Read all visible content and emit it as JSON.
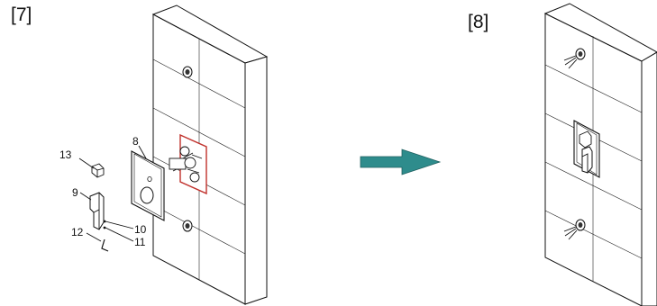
{
  "steps": [
    {
      "label": "[7]"
    },
    {
      "label": "[8]"
    }
  ],
  "callouts": {
    "c13": "13",
    "c8": "8",
    "c9": "9",
    "c10": "10",
    "c12": "12",
    "c11": "11"
  },
  "colors": {
    "arrow": "#2e8c8c",
    "valve_outline": "#c0302b",
    "line": "#111111"
  },
  "icons": [
    "arrow-right-icon"
  ]
}
